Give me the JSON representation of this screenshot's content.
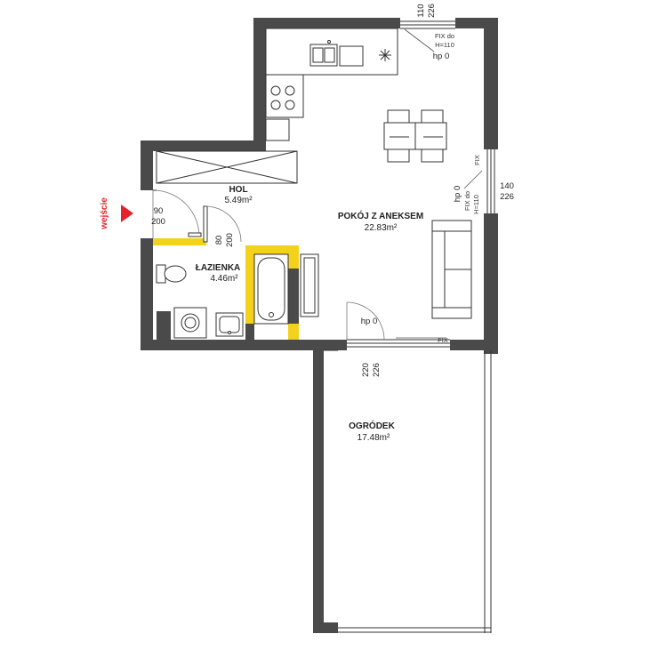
{
  "rooms": {
    "hol": {
      "name": "HOL",
      "area": "5.49m²"
    },
    "lazienka": {
      "name": "ŁAZIENKA",
      "area": "4.46m²"
    },
    "pokoj": {
      "name": "POKÓJ Z ANEKSEM",
      "area": "22.83m²"
    },
    "ogrodek": {
      "name": "OGRÓDEK",
      "area": "17.48m²"
    }
  },
  "entrance": {
    "label": "wejście",
    "color": "#e8202a"
  },
  "doors": {
    "entry": {
      "width": "90",
      "height": "200"
    },
    "bathroom": {
      "width": "80",
      "height": "200"
    }
  },
  "windows": {
    "top": {
      "width": "110",
      "height": "226",
      "fix": "FIX do",
      "fix_h": "H=110",
      "hp": "hp 0"
    },
    "right": {
      "width": "140",
      "height": "226",
      "fix": "FIX do",
      "fix_h": "H=110",
      "fix2": "FIX",
      "hp": "hp 0"
    },
    "bottom": {
      "width": "220",
      "height": "226",
      "fix": "FIX",
      "hp": "hp 0"
    }
  },
  "colors": {
    "wall": "#4a4a4a",
    "insulation": "#f2d21b"
  }
}
